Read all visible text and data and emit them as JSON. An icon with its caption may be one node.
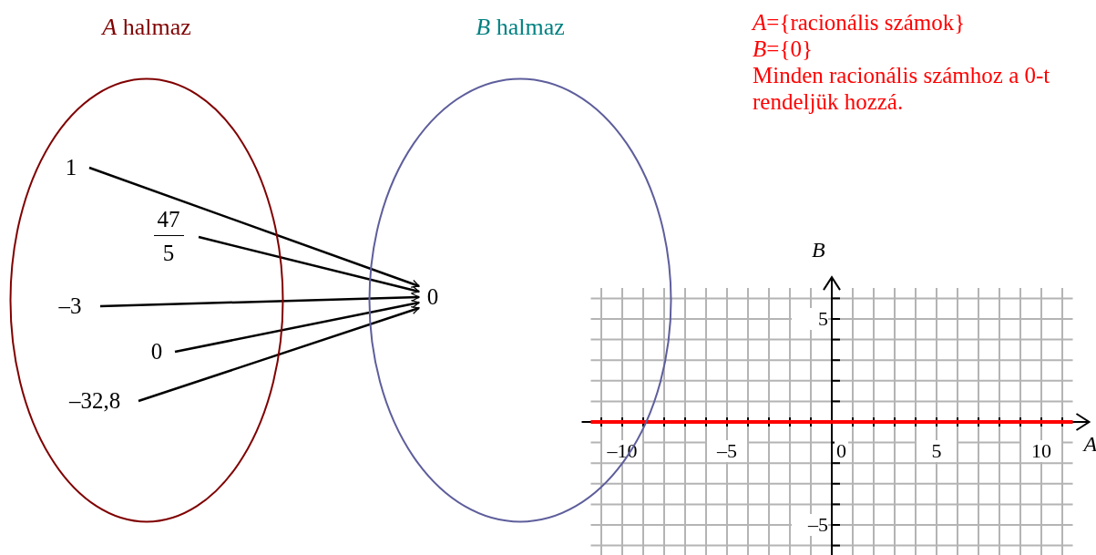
{
  "diagram": {
    "nodes": [
      {
        "text": [
          "*A* halmaz"
        ]
      },
      {
        "text": [
          "1"
        ],
        "in": 0
      },
      {
        "text": [
          "47",
          "5"
        ],
        "in": 0
      },
      {
        "text": [
          "–3"
        ],
        "in": 0
      },
      {
        "text": [
          "0"
        ],
        "in": 0
      },
      {
        "text": [
          "–32,8"
        ],
        "in": 0
      },
      {
        "text": [
          "*B* halmaz"
        ]
      },
      {
        "text": [
          "0"
        ],
        "in": 6
      }
    ],
    "edges": [
      {
        "from": 1,
        "to": 7,
        "arrow": "to"
      },
      {
        "from": 2,
        "to": 7,
        "arrow": "to"
      },
      {
        "from": 3,
        "to": 7,
        "arrow": "to"
      },
      {
        "from": 4,
        "to": 7,
        "arrow": "to"
      },
      {
        "from": 5,
        "to": 7,
        "arrow": "to"
      }
    ],
    "labels": [
      "*A*={racionális számok}",
      "*B*={0}",
      "Minden racionális számhoz a 0-t rendeljük hozzá."
    ],
    "chart_data": {
      "type": "line",
      "grid": true,
      "xlabel": "A",
      "ylabel": "B",
      "x": [
        -11.5,
        11.5
      ],
      "series": [
        {
          "color": "#ff0000",
          "values": [
            0,
            0
          ]
        }
      ],
      "xlim": [
        -11.5,
        11.5
      ],
      "ylim": [
        -6.5,
        6.5
      ],
      "xticks": [
        {
          "value": -10,
          "label": "–10"
        },
        {
          "value": -5,
          "label": "–5"
        },
        0,
        5,
        10
      ],
      "yticks": [
        {
          "value": -5,
          "label": "–5"
        },
        5
      ]
    }
  }
}
